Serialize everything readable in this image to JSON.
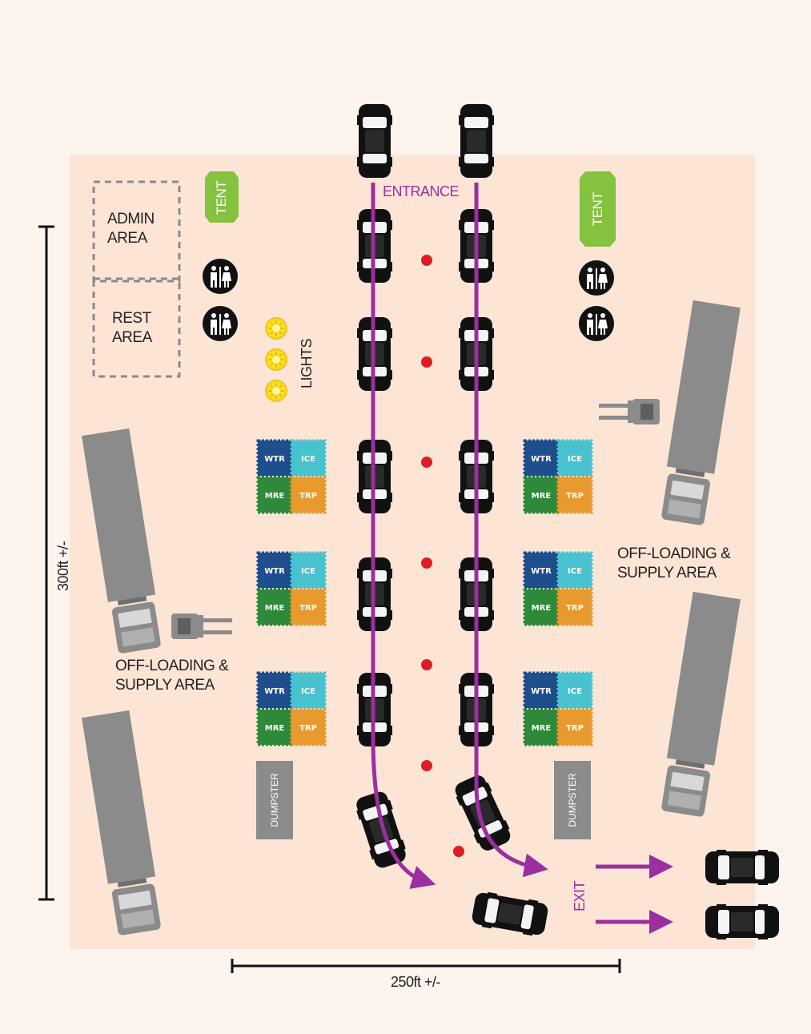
{
  "labels": {
    "admin_area": "ADMIN AREA",
    "rest_area": "REST AREA",
    "tent": "TENT",
    "lights": "LIGHTS",
    "entrance": "ENTRANCE",
    "exit": "EXIT",
    "offloading_area": "OFF-LOADING & SUPPLY AREA",
    "dumpster": "DUMPSTER",
    "height_dim": "300ft +/-",
    "width_dim": "250ft +/-"
  },
  "supply_tiles": {
    "water": "WTR",
    "ice": "ICE",
    "meals": "MRE",
    "tarps": "TRP"
  },
  "colors": {
    "site_background": "#fde5d6",
    "route": "#9a2f9f",
    "tent": "#84c23f",
    "water": "#1f4e8c",
    "ice": "#48c2cf",
    "meals": "#2e8a3a",
    "tarps": "#e99a2e",
    "cone": "#e01b24",
    "light": "#f7e21a",
    "truck": "#8b8b8b"
  },
  "icons": [
    "restroom-icon",
    "light-icon",
    "car-icon",
    "truck-icon",
    "forklift-icon",
    "route-arrow-icon"
  ]
}
